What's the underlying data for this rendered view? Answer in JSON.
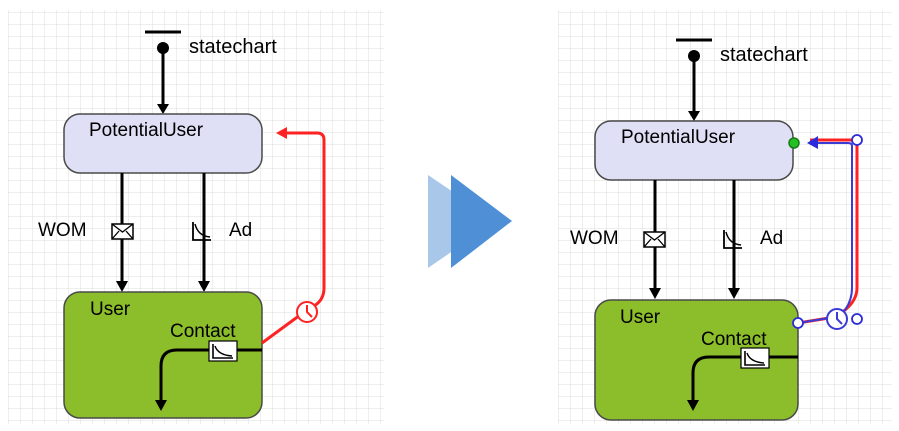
{
  "colors": {
    "grid": "#dcdcdc",
    "state_fill": "#dfe0f5",
    "state_stroke": "#4a4a4a",
    "final_fill": "#8cbd2a",
    "transition": "#000000",
    "timeout_transition": "#ff2222",
    "selected_transition": "#3a3ad6",
    "selection_handle": "#2b2bd9",
    "green_handle": "#22c022",
    "arrow_light": "#a9c7e8",
    "arrow_dark": "#4f8fd6"
  },
  "panels": [
    {
      "entry_label": "statechart",
      "state_potential": "PotentialUser",
      "state_user": "User",
      "transition_wom": "WOM",
      "transition_ad": "Ad",
      "internal_transition": "Contact",
      "selected": false
    },
    {
      "entry_label": "statechart",
      "state_potential": "PotentialUser",
      "state_user": "User",
      "transition_wom": "WOM",
      "transition_ad": "Ad",
      "internal_transition": "Contact",
      "selected": true
    }
  ]
}
